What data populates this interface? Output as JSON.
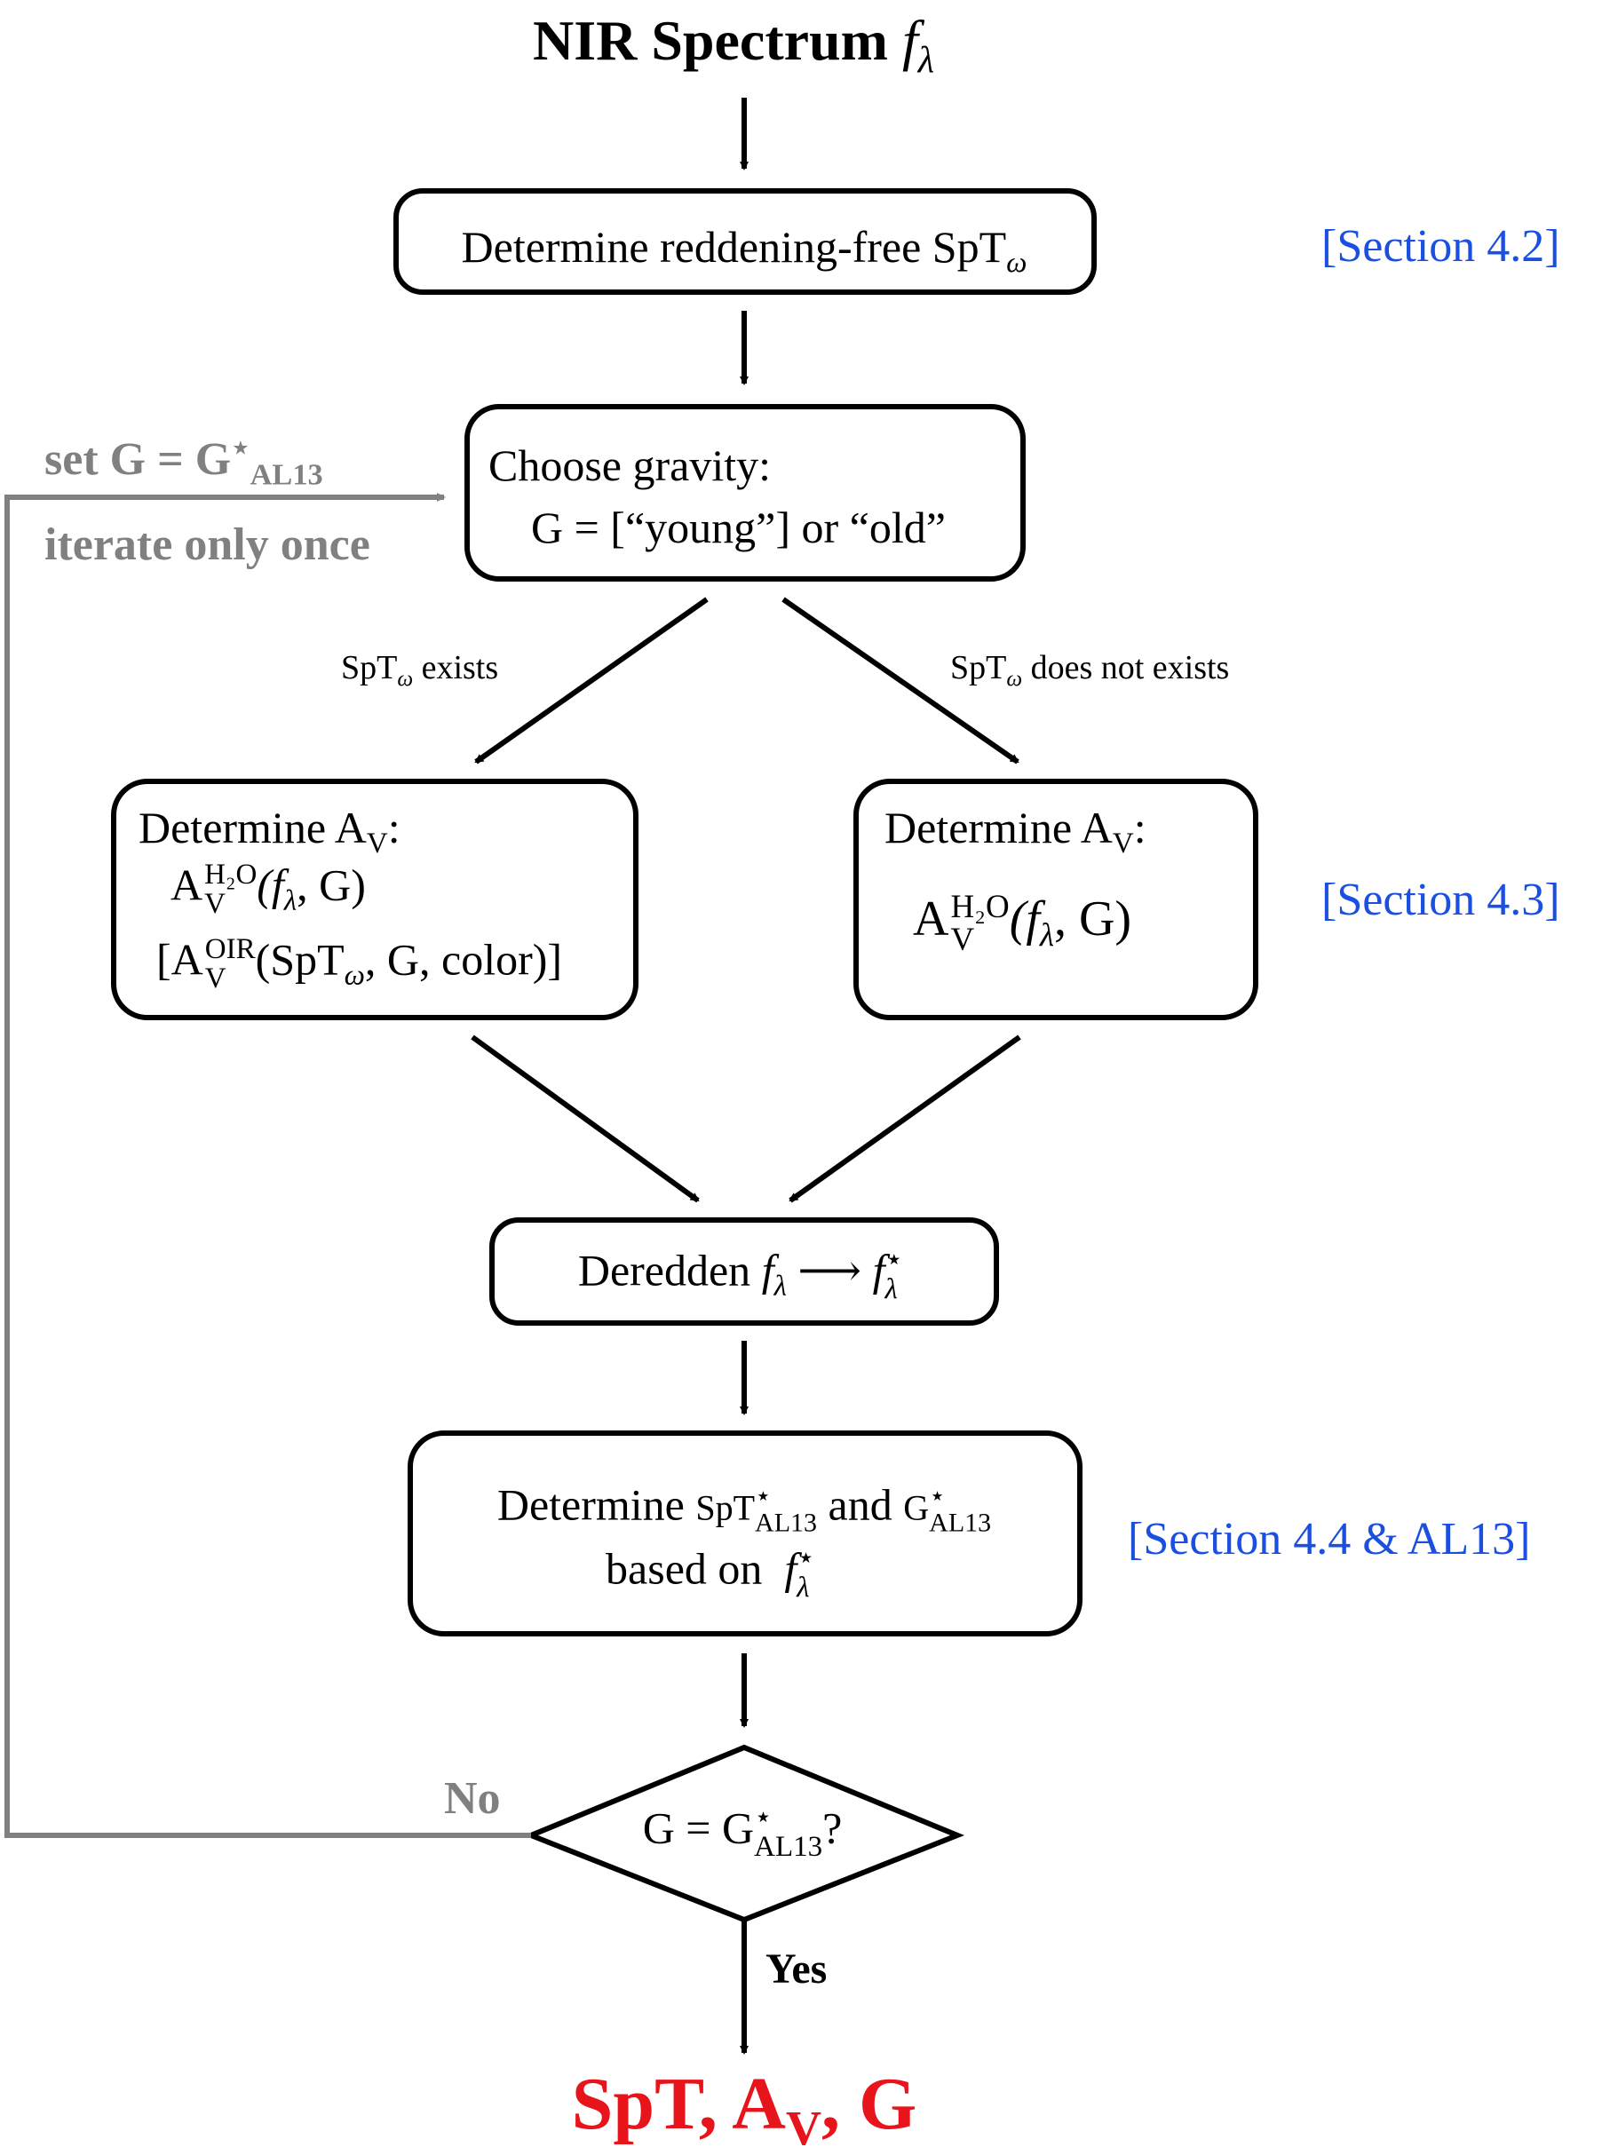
{
  "title": {
    "text": "NIR Spectrum",
    "symbol": "f",
    "sub": "λ"
  },
  "step1": {
    "text": "Determine reddening-free",
    "symbol": "SpT",
    "sub": "ω"
  },
  "section_labels": {
    "s42": "[Section 4.2]",
    "s43": "[Section 4.3]",
    "s44": "[Section 4.4 & AL13]"
  },
  "gravity_box": {
    "line1": "Choose gravity:",
    "line2": "G = [“young”] or “old”"
  },
  "loop": {
    "set_prefix": "set  G = G",
    "set_sup": "⋆",
    "set_sub": "AL13",
    "iterate": "iterate only once",
    "no_label": "No"
  },
  "branch_labels": {
    "left_sym": "SpT",
    "left_sub": "ω",
    "left_text": "exists",
    "right_sym": "SpT",
    "right_sub": "ω",
    "right_text": "does not exists"
  },
  "av_left": {
    "heading": "Determine A",
    "heading_sub": "V",
    "heading_tail": ":",
    "eq1_base": "A",
    "eq1_sup": "H₂O",
    "eq1_sub": "V",
    "eq1_args": "(f",
    "eq1_args_sub": "λ",
    "eq1_tail": ", G)",
    "eq2_open": "[A",
    "eq2_sup": "OIR",
    "eq2_sub": "V",
    "eq2_args": "(SpT",
    "eq2_args_sub": "ω",
    "eq2_tail": ", G, color)]"
  },
  "av_right": {
    "heading": "Determine A",
    "heading_sub": "V",
    "heading_tail": ":",
    "eq_base": "A",
    "eq_sup": "H₂O",
    "eq_sub": "V",
    "eq_args": "(f",
    "eq_args_sub": "λ",
    "eq_tail": ", G)"
  },
  "deredden": {
    "text": "Deredden",
    "from": "f",
    "from_sub": "λ",
    "arrow": "⟶",
    "to": "f",
    "to_sup": "⋆",
    "to_sub": "λ"
  },
  "determine_box": {
    "text1": "Determine",
    "sym1": "SpT",
    "sym1_sup": "⋆",
    "sym1_sub": "AL13",
    "and": "and",
    "sym2": "G",
    "sym2_sup": "⋆",
    "sym2_sub": "AL13",
    "line2": "based on",
    "f": "f",
    "f_sup": "⋆",
    "f_sub": "λ"
  },
  "decision": {
    "text": "G = G",
    "sup": "⋆",
    "sub": "AL13",
    "tail": "?"
  },
  "yes_label": "Yes",
  "result": {
    "a": "SpT",
    "sep1": ", ",
    "b": "A",
    "b_sub": "V",
    "sep2": ", ",
    "c": "G"
  },
  "colors": {
    "section": "#1a4fe0",
    "loop": "#808080",
    "result": "#e8141c"
  }
}
